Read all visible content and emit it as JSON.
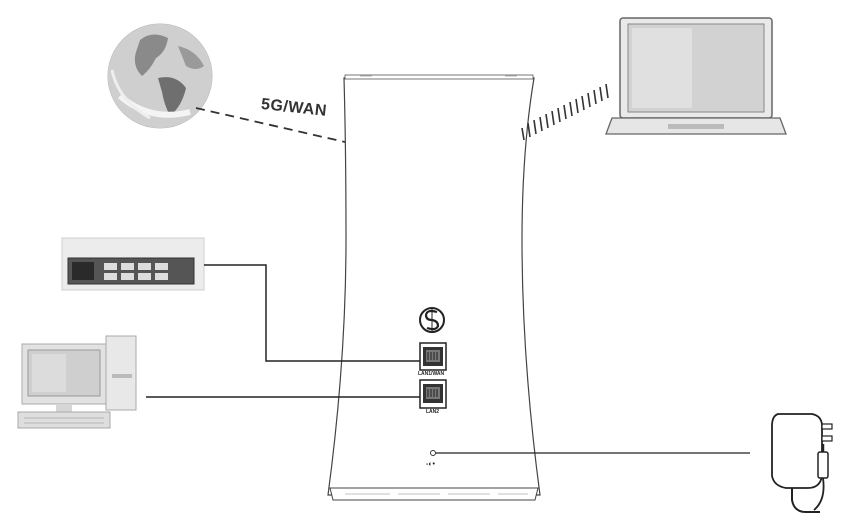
{
  "diagram": {
    "wan_label": "5G/WAN",
    "ports": [
      {
        "label": "LAN1/WAN"
      },
      {
        "label": "LAN2"
      }
    ],
    "power_symbol": "-◐•"
  }
}
